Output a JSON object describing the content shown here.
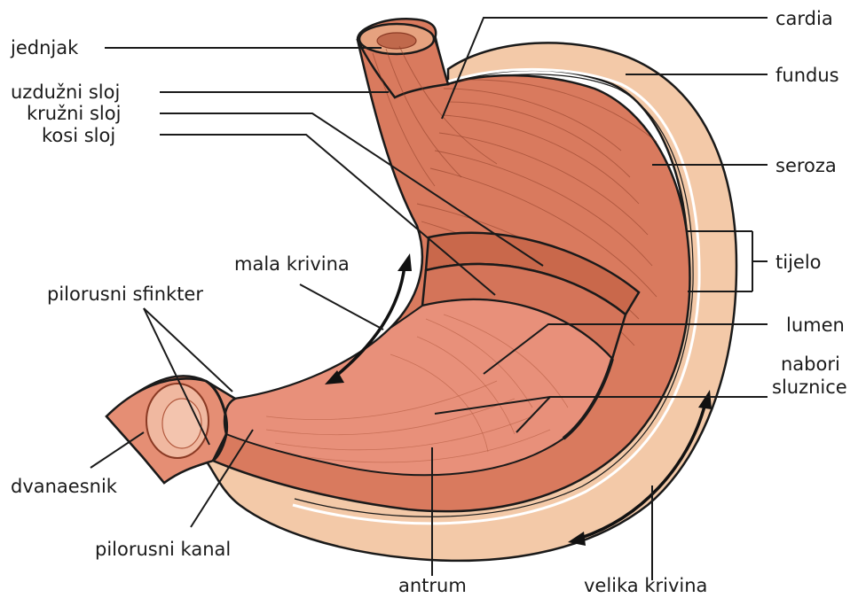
{
  "labels": {
    "jednjak": "jednjak",
    "uzduzni_sloj": "uzdužni sloj",
    "kruzni_sloj": "kružni sloj",
    "kosi_sloj": "kosi sloj",
    "mala_krivina": "mala krivina",
    "pilorusni_sfinkter": "pilorusni sfinkter",
    "dvanaesnik": "dvanaesnik",
    "pilorusni_kanal": "pilorusni kanal",
    "antrum": "antrum",
    "velika_krivina": "velika krivina",
    "cardia": "cardia",
    "fundus": "fundus",
    "seroza": "seroza",
    "tijelo": "tijelo",
    "lumen": "lumen",
    "nabori_line1": "nabori",
    "nabori_line2": "sluznice"
  },
  "colors": {
    "serosa": "#f3c9a8",
    "muscle": "#d97a5e",
    "muscle_dark": "#b8583c",
    "mucosa": "#e8907a",
    "outline": "#1a1a1a"
  }
}
